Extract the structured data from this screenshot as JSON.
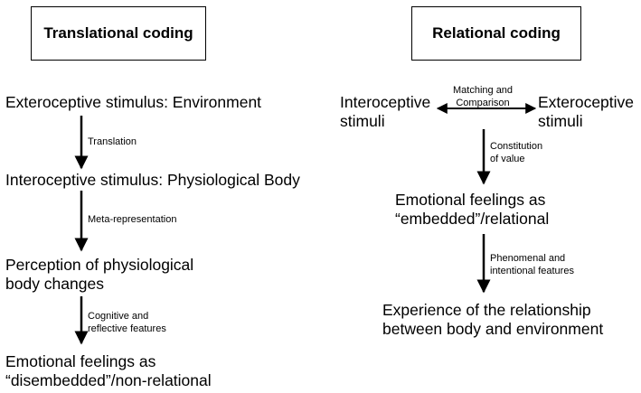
{
  "translational": {
    "title": "Translational coding",
    "steps": [
      "Exteroceptive stimulus: Environment",
      "Interoceptive stimulus: Physiological Body",
      [
        "Perception of physiological",
        "body changes"
      ],
      [
        "Emotional feelings as",
        "“disembedded”/non-relational"
      ]
    ],
    "arrows": [
      [
        "Translation"
      ],
      [
        "Meta-representation"
      ],
      [
        "Cognitive and",
        "reflective features"
      ]
    ]
  },
  "relational": {
    "title": "Relational coding",
    "left_node": [
      "Interoceptive",
      "stimuli"
    ],
    "right_node": [
      "Exteroceptive",
      "stimuli"
    ],
    "link_label": [
      "Matching and",
      "Comparison"
    ],
    "steps": [
      [
        "Emotional feelings as",
        "“embedded”/relational"
      ],
      [
        "Experience of the relationship",
        "between body and environment"
      ]
    ],
    "arrows": [
      [
        "Constitution",
        "of value"
      ],
      [
        "Phenomenal and",
        "intentional features"
      ]
    ]
  }
}
